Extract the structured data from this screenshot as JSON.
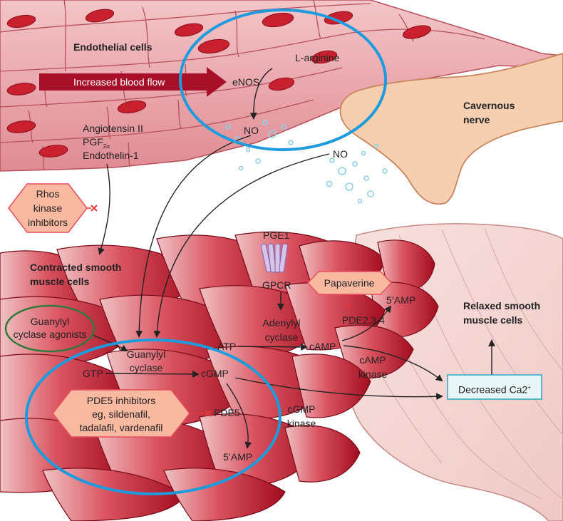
{
  "colors": {
    "endothelium": "#e9a0a5",
    "endothelium_dark": "#c85c66",
    "nucleus": "#c8202f",
    "muscle_light": "#e7a7ab",
    "muscle_dark": "#a80f22",
    "nerve": "#f6cfb0",
    "relaxed": "#f5d9d6",
    "arrow_bar": "#a8102a",
    "hex_fill": "#f9b8a0",
    "hex_stroke": "#e8505a",
    "blue_ring": "#1e9bdc",
    "green_ring": "#2f7a3a",
    "box_fill": "#e8f6f8",
    "box_stroke": "#2aa6c1",
    "inhibit": "#e23b3b",
    "no_bubble": "#8fd0e6"
  },
  "labels": {
    "endothelial_cells": "Endothelial cells",
    "increased_blood_flow": "Increased blood flow",
    "l_arginine": "L-arginine",
    "enos": "eNOS",
    "no_top": "NO",
    "no_right": "NO",
    "cavernous_nerve": [
      "Cavernous",
      "nerve"
    ],
    "angiotensin": "Angiotensin II",
    "pgf": "PGF",
    "pgf_sub": "2α",
    "endothelin": "Endothelin-1",
    "rhos_inhibitors": [
      "Rhos",
      "kinase",
      "inhibitors"
    ],
    "contracted": [
      "Contracted smooth",
      "muscle cells"
    ],
    "pge1": "PGE1",
    "gpcr": "GPCR",
    "adenylyl_cyclase": [
      "Adenylyl",
      "cyclase"
    ],
    "papaverine": "Papaverine",
    "five_amp_right": "5’AMP",
    "pde234": "PDE2,3,4",
    "relaxed": [
      "Relaxed smooth",
      "muscle cells"
    ],
    "gc_agonists": [
      "Guanylyl",
      "cyclase agonists"
    ],
    "guanylyl_cyclase": [
      "Guanylyl",
      "cyclase"
    ],
    "atp": "ATP",
    "camp": "cAMP",
    "camp_kinase": [
      "cAMP",
      "kinase"
    ],
    "decreased_ca": "Decreased Ca2",
    "decreased_ca_sup": "+",
    "gtp": "GTP",
    "cgmp": "cGMP",
    "pde5_inhibitors": [
      "PDE5 inhibitors",
      "eg, sildenafil,",
      "tadalafil, vardenafil"
    ],
    "pde5": "PDE5",
    "cgmp_kinase": [
      "cGMP",
      "kinase"
    ],
    "five_amp_bottom": "5’AMP"
  }
}
